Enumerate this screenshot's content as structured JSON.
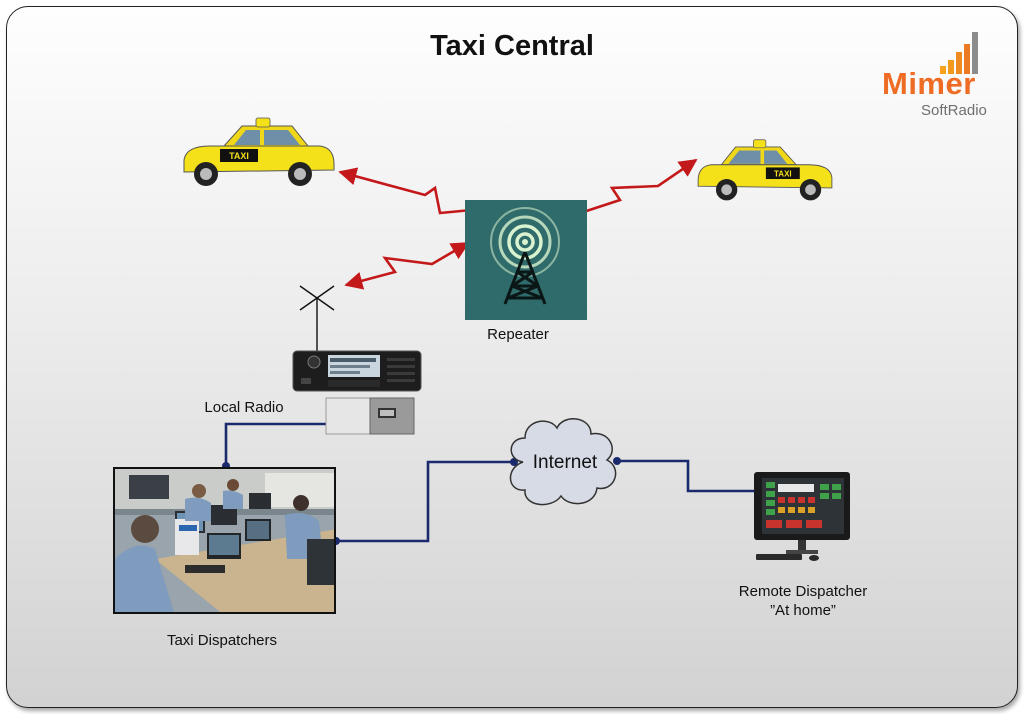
{
  "title": "Taxi Central",
  "brand": {
    "name": "Mimer",
    "product": "SoftRadio",
    "colors": [
      "#f7a21b",
      "#ee6c24",
      "#8c8c8c"
    ]
  },
  "labels": {
    "repeater": "Repeater",
    "local_radio": "Local Radio",
    "internet": "Internet",
    "remote_line1": "Remote Dispatcher",
    "remote_line2": "”At home”",
    "dispatchers": "Taxi Dispatchers",
    "taxi_sign": "TAXI"
  },
  "colors": {
    "radio_link": "#c4191b",
    "network_link": "#1a2a6c",
    "repeater_bg": "#2f6b6a",
    "taxi": "#f4e11a"
  },
  "icons": [
    "taxi-icon",
    "repeater-tower-icon",
    "antenna-icon",
    "radio-icon",
    "interface-box-icon",
    "cloud-icon",
    "monitor-icon"
  ]
}
